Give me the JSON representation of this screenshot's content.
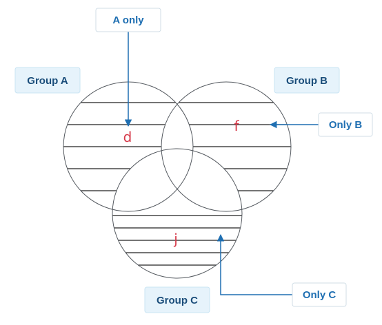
{
  "colors": {
    "circle_stroke": "#555a60",
    "hatch_line": "#222222",
    "region_letter": "#d63a4a",
    "label_text_dark": "#1a4d7a",
    "label_text_light": "#1f6fb2",
    "label_box_fill": "#e6f3fb",
    "label_box_stroke": "#c9e4f3",
    "callout_fill": "#ffffff",
    "callout_stroke": "#d0dde6",
    "arrow": "#1f6fb2"
  },
  "sets": {
    "group_a": "Group A",
    "group_b": "Group B",
    "group_c": "Group C"
  },
  "regions": {
    "a_only": "d",
    "b_only": "f",
    "c_only": "j"
  },
  "callouts": {
    "a_only": "A only",
    "b_only": "Only B",
    "c_only": "Only C"
  }
}
